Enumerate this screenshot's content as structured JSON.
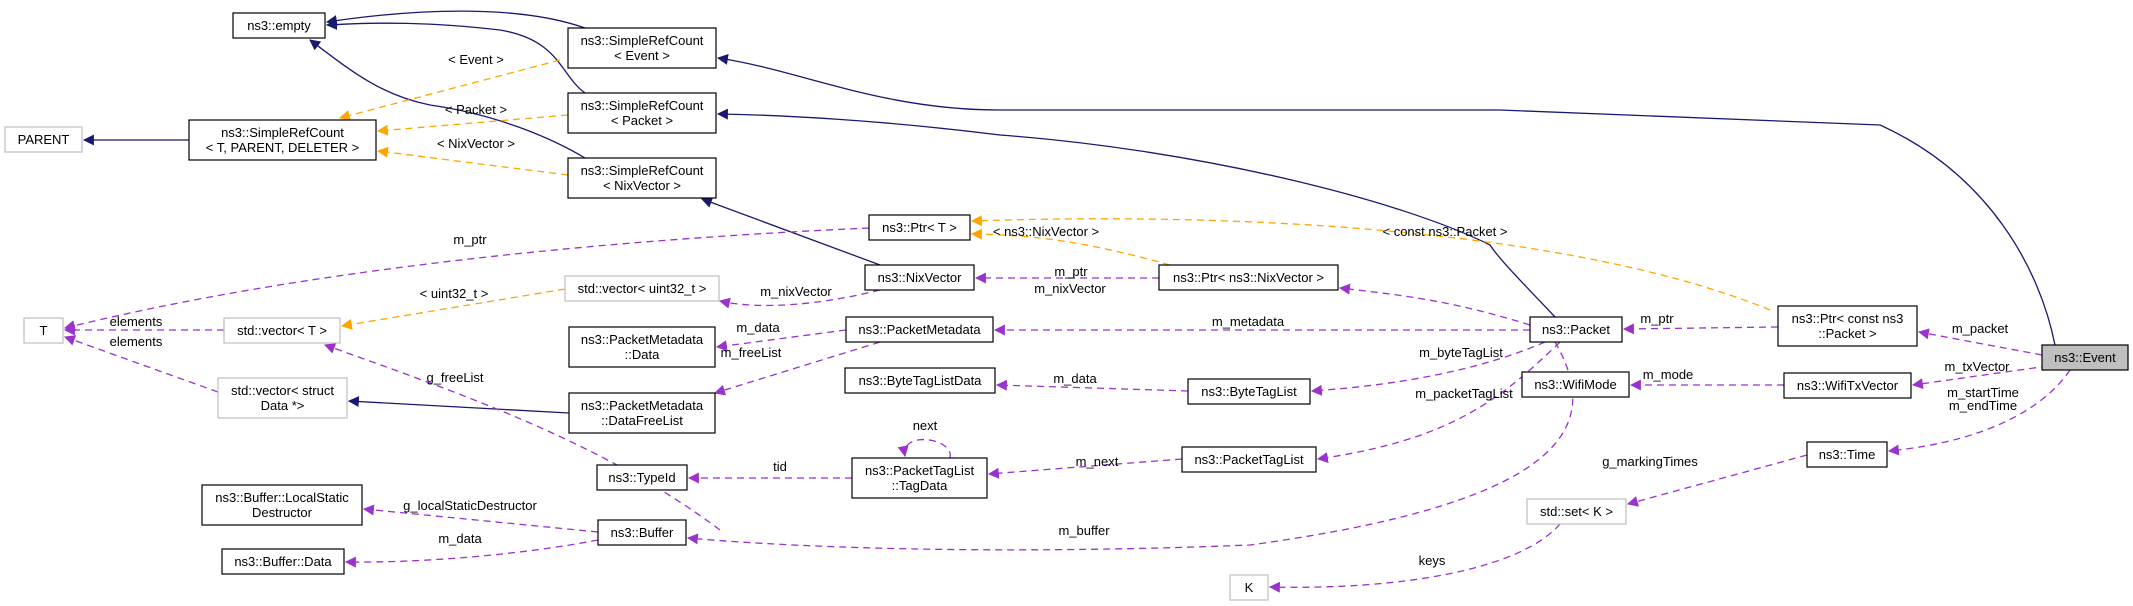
{
  "title": "ns3::Event collaboration diagram",
  "colors": {
    "inheritance_edge": "#191970",
    "template_edge": "#ffa500",
    "usage_edge": "#9a32cd",
    "node_border": "#000000",
    "external_node_border": "#bfbfbf",
    "focus_node_fill": "#bfbfbf"
  },
  "nodes": [
    {
      "id": "empty",
      "lines": [
        "ns3::empty"
      ],
      "kind": "normal"
    },
    {
      "id": "src_event",
      "lines": [
        "ns3::SimpleRefCount",
        "< Event >"
      ],
      "kind": "normal"
    },
    {
      "id": "src_packet",
      "lines": [
        "ns3::SimpleRefCount",
        "< Packet >"
      ],
      "kind": "normal"
    },
    {
      "id": "src_nix",
      "lines": [
        "ns3::SimpleRefCount",
        "< NixVector >"
      ],
      "kind": "normal"
    },
    {
      "id": "parent",
      "lines": [
        "PARENT"
      ],
      "kind": "external"
    },
    {
      "id": "src_tpd",
      "lines": [
        "ns3::SimpleRefCount",
        "< T, PARENT, DELETER >"
      ],
      "kind": "normal"
    },
    {
      "id": "T",
      "lines": [
        "T"
      ],
      "kind": "external"
    },
    {
      "id": "vec_T",
      "lines": [
        "std::vector< T >"
      ],
      "kind": "external"
    },
    {
      "id": "vec_data",
      "lines": [
        "std::vector< struct",
        "Data *>"
      ],
      "kind": "external"
    },
    {
      "id": "vec_u32",
      "lines": [
        "std::vector< uint32_t >"
      ],
      "kind": "external"
    },
    {
      "id": "ptr_T",
      "lines": [
        "ns3::Ptr< T >"
      ],
      "kind": "normal"
    },
    {
      "id": "nixvector",
      "lines": [
        "ns3::NixVector"
      ],
      "kind": "normal"
    },
    {
      "id": "ptr_nix",
      "lines": [
        "ns3::Ptr< ns3::NixVector >"
      ],
      "kind": "normal"
    },
    {
      "id": "pm_data",
      "lines": [
        "ns3::PacketMetadata",
        "::Data"
      ],
      "kind": "normal"
    },
    {
      "id": "pmeta",
      "lines": [
        "ns3::PacketMetadata"
      ],
      "kind": "normal"
    },
    {
      "id": "pm_freelist",
      "lines": [
        "ns3::PacketMetadata",
        "::DataFreeList"
      ],
      "kind": "normal"
    },
    {
      "id": "btl_data",
      "lines": [
        "ns3::ByteTagListData"
      ],
      "kind": "normal"
    },
    {
      "id": "btl",
      "lines": [
        "ns3::ByteTagList"
      ],
      "kind": "normal"
    },
    {
      "id": "ptl_tagdata",
      "lines": [
        "ns3::PacketTagList",
        "::TagData"
      ],
      "kind": "normal"
    },
    {
      "id": "typeid",
      "lines": [
        "ns3::TypeId"
      ],
      "kind": "normal"
    },
    {
      "id": "ptl",
      "lines": [
        "ns3::PacketTagList"
      ],
      "kind": "normal"
    },
    {
      "id": "packet",
      "lines": [
        "ns3::Packet"
      ],
      "kind": "normal"
    },
    {
      "id": "ptr_cpacket",
      "lines": [
        "ns3::Ptr< const ns3",
        "::Packet >"
      ],
      "kind": "normal"
    },
    {
      "id": "wifimode",
      "lines": [
        "ns3::WifiMode"
      ],
      "kind": "normal"
    },
    {
      "id": "wifitx",
      "lines": [
        "ns3::WifiTxVector"
      ],
      "kind": "normal"
    },
    {
      "id": "event",
      "lines": [
        "ns3::Event"
      ],
      "kind": "focus"
    },
    {
      "id": "time",
      "lines": [
        "ns3::Time"
      ],
      "kind": "normal"
    },
    {
      "id": "set_K",
      "lines": [
        "std::set< K >"
      ],
      "kind": "external"
    },
    {
      "id": "K",
      "lines": [
        "K"
      ],
      "kind": "external"
    },
    {
      "id": "buffer",
      "lines": [
        "ns3::Buffer"
      ],
      "kind": "normal"
    },
    {
      "id": "buf_lsd",
      "lines": [
        "ns3::Buffer::LocalStatic",
        "Destructor"
      ],
      "kind": "normal"
    },
    {
      "id": "buf_data",
      "lines": [
        "ns3::Buffer::Data"
      ],
      "kind": "normal"
    }
  ],
  "edges": [
    {
      "from": "src_event",
      "to": "empty",
      "type": "inherit",
      "label": ""
    },
    {
      "from": "src_packet",
      "to": "empty",
      "type": "inherit",
      "label": ""
    },
    {
      "from": "src_nix",
      "to": "empty",
      "type": "inherit",
      "label": ""
    },
    {
      "from": "src_tpd",
      "to": "parent",
      "type": "inherit",
      "label": ""
    },
    {
      "from": "src_event",
      "to": "src_tpd",
      "type": "template",
      "label": "< Event >"
    },
    {
      "from": "src_packet",
      "to": "src_tpd",
      "type": "template",
      "label": "< Packet >"
    },
    {
      "from": "src_nix",
      "to": "src_tpd",
      "type": "template",
      "label": "< NixVector >"
    },
    {
      "from": "event",
      "to": "src_event",
      "type": "inherit",
      "label": ""
    },
    {
      "from": "packet",
      "to": "src_packet",
      "type": "inherit",
      "label": ""
    },
    {
      "from": "nixvector",
      "to": "src_nix",
      "type": "inherit",
      "label": ""
    },
    {
      "from": "ptr_T",
      "to": "T",
      "type": "usage",
      "label": "m_ptr"
    },
    {
      "from": "vec_T",
      "to": "T",
      "type": "usage",
      "label": "elements"
    },
    {
      "from": "vec_data",
      "to": "T",
      "type": "usage",
      "label": "elements"
    },
    {
      "from": "vec_u32",
      "to": "vec_T",
      "type": "template",
      "label": "< uint32_t >"
    },
    {
      "from": "pm_freelist",
      "to": "vec_data",
      "type": "inherit",
      "label": ""
    },
    {
      "from": "nixvector",
      "to": "vec_u32",
      "type": "usage",
      "label": "m_nixVector"
    },
    {
      "from": "ptr_nix",
      "to": "ptr_T",
      "type": "template",
      "label": "< ns3::NixVector >"
    },
    {
      "from": "ptr_cpacket",
      "to": "ptr_T",
      "type": "template",
      "label": "< const ns3::Packet >"
    },
    {
      "from": "ptr_nix",
      "to": "nixvector",
      "type": "usage",
      "label": "m_ptr"
    },
    {
      "from": "pmeta",
      "to": "pm_data",
      "type": "usage",
      "label": "m_data"
    },
    {
      "from": "pmeta",
      "to": "pm_freelist",
      "type": "usage",
      "label": "m_freeList"
    },
    {
      "from": "packet",
      "to": "ptr_nix",
      "type": "usage",
      "label": "m_nixVector"
    },
    {
      "from": "packet",
      "to": "pmeta",
      "type": "usage",
      "label": "m_metadata"
    },
    {
      "from": "btl",
      "to": "btl_data",
      "type": "usage",
      "label": "m_data"
    },
    {
      "from": "packet",
      "to": "btl",
      "type": "usage",
      "label": "m_byteTagList"
    },
    {
      "from": "packet",
      "to": "ptl",
      "type": "usage",
      "label": "m_packetTagList"
    },
    {
      "from": "ptl",
      "to": "ptl_tagdata",
      "type": "usage",
      "label": "m_next"
    },
    {
      "from": "ptl_tagdata",
      "to": "ptl_tagdata",
      "type": "usage",
      "label": "next"
    },
    {
      "from": "ptl_tagdata",
      "to": "typeid",
      "type": "usage",
      "label": "tid"
    },
    {
      "from": "buffer",
      "to": "vec_T",
      "type": "usage",
      "label": "g_freeList"
    },
    {
      "from": "buffer",
      "to": "buf_lsd",
      "type": "usage",
      "label": "g_localStaticDestructor"
    },
    {
      "from": "buffer",
      "to": "buf_data",
      "type": "usage",
      "label": "m_data"
    },
    {
      "from": "packet",
      "to": "buffer",
      "type": "usage",
      "label": "m_buffer"
    },
    {
      "from": "ptr_cpacket",
      "to": "packet",
      "type": "usage",
      "label": "m_ptr"
    },
    {
      "from": "wifitx",
      "to": "wifimode",
      "type": "usage",
      "label": "m_mode"
    },
    {
      "from": "event",
      "to": "ptr_cpacket",
      "type": "usage",
      "label": "m_packet"
    },
    {
      "from": "event",
      "to": "wifitx",
      "type": "usage",
      "label": "m_txVector"
    },
    {
      "from": "event",
      "to": "time",
      "type": "usage",
      "label": "m_startTime\nm_endTime"
    },
    {
      "from": "time",
      "to": "set_K",
      "type": "usage",
      "label": "g_markingTimes"
    },
    {
      "from": "set_K",
      "to": "K",
      "type": "usage",
      "label": "keys"
    }
  ]
}
